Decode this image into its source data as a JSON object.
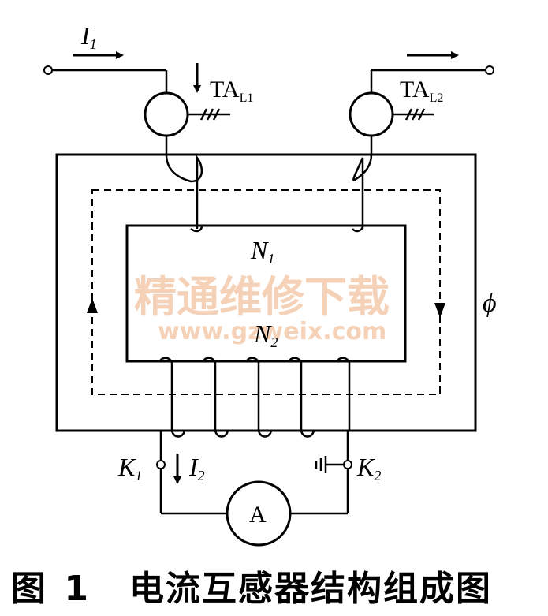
{
  "labels": {
    "i1": "I",
    "i1_sub": "1",
    "ta1": "TA",
    "ta1_sub": "L1",
    "ta2": "TA",
    "ta2_sub": "L2",
    "n1": "N",
    "n1_sub": "1",
    "n2": "N",
    "n2_sub": "2",
    "phi": "ϕ",
    "k1": "K",
    "k1_sub": "1",
    "i2": "I",
    "i2_sub": "2",
    "k2": "K",
    "k2_sub": "2",
    "ammeter": "A"
  },
  "watermark": {
    "text_cn": "精通维修下载",
    "url": "www.gzweix.com"
  },
  "caption": {
    "number": "图 1",
    "title": "电流互感器结构组成图"
  }
}
